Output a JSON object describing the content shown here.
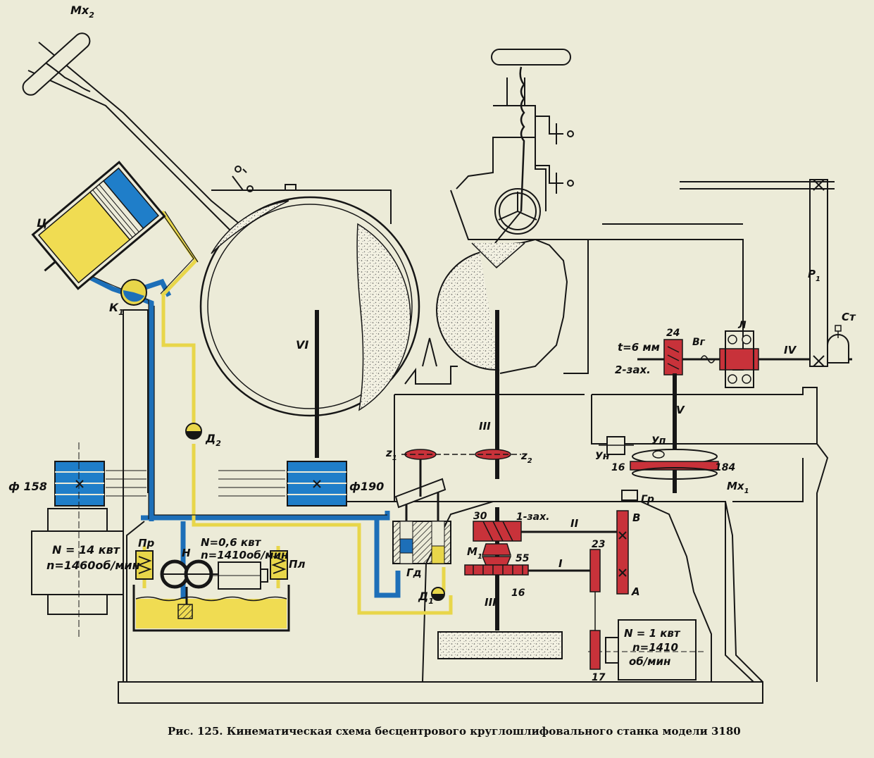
{
  "caption": "Рис. 125. Кинематическая схема бесцентрового круглошлифовального станка модели  3180",
  "colors": {
    "paper": "#ecebd8",
    "ink": "#161616",
    "hydraulic_pressure": "#1d6fb8",
    "hydraulic_drain": "#e8d64a",
    "gear": "#c8323a",
    "pulley": "#1f7ec9",
    "oil_tank": "#f0dc52"
  },
  "labels": {
    "mx2": "Мх",
    "mx2_sub": "2",
    "ts": "Ц",
    "k1": "К",
    "k1_sub": "1",
    "d2": "Д",
    "d2_sub": "2",
    "d1": "Д",
    "d1_sub": "1",
    "shaft_vi": "VI",
    "shaft_iii_top": "III",
    "shaft_iii_bottom": "III",
    "shaft_ii": "II",
    "shaft_i": "I",
    "shaft_iv": "IV",
    "shaft_v": "V",
    "phi158": "ф 158",
    "phi190": "ф190",
    "motor1_power": "N = 14 квт",
    "motor1_speed": "n=1460об/мин",
    "motor2_power": "N=0,6 квт",
    "motor2_speed": "n=1410об/мин",
    "motor3_power": "N = 1 квт",
    "motor3_speed_1": "n=1410",
    "motor3_speed_2": "об/мин",
    "pr": "Пр",
    "n_pump": "Н",
    "pl": "Пл",
    "gd": "Гд",
    "z1": "z",
    "z1_sub": "1",
    "z2": "z",
    "z2_sub": "2",
    "g30": "30",
    "one_start": "1-зах.",
    "m1": "М",
    "m1_sub": "1",
    "g55": "55",
    "g16_low": "16",
    "g23": "23",
    "pulley_v": "В",
    "pulley_a": "А",
    "g17": "17",
    "t6": "t=6 мм",
    "two_start": "2-зах.",
    "g24": "24",
    "vg": "Вг",
    "l_label": "Л",
    "p1": "Р",
    "p1_sub": "1",
    "st": "Ст",
    "up": "Уп",
    "un": "Ун",
    "g16_right": "16",
    "g184": "184",
    "mx1": "Мх",
    "mx1_sub": "1",
    "gr": "Гр"
  }
}
